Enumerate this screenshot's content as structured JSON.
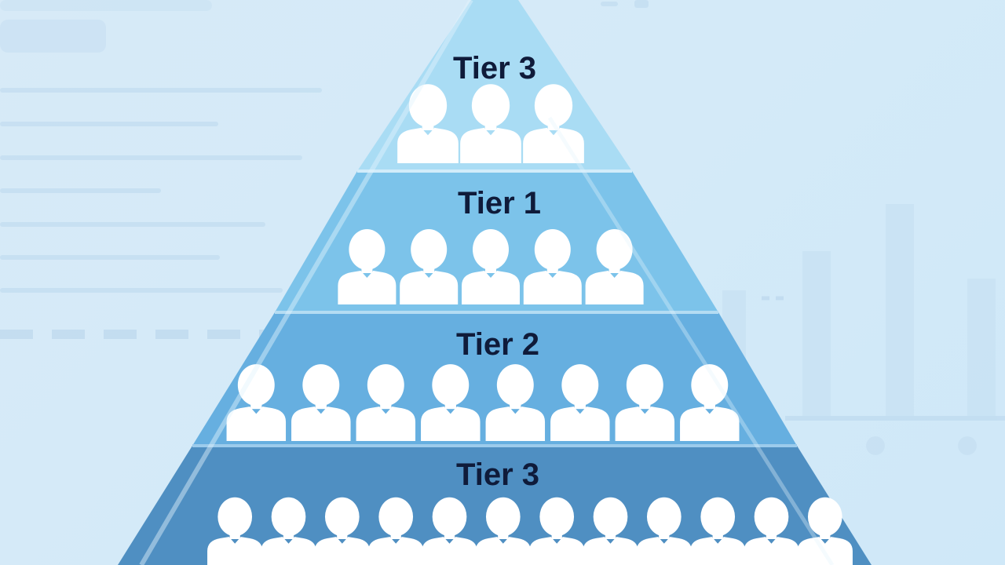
{
  "colors": {
    "background": "#d6eaf7",
    "tier_top": "#a9dcf4",
    "tier_second": "#7cc3ea",
    "tier_third": "#66afe0",
    "tier_base": "#4f8fc2",
    "person": "#ffffff",
    "label": "#0f1b3a"
  },
  "pyramid": {
    "tiers": [
      {
        "label": "Tier 3",
        "people_count": 3
      },
      {
        "label": "Tier 1",
        "people_count": 5
      },
      {
        "label": "Tier 2",
        "people_count": 8
      },
      {
        "label": "Tier 3",
        "people_count": 12
      }
    ]
  }
}
